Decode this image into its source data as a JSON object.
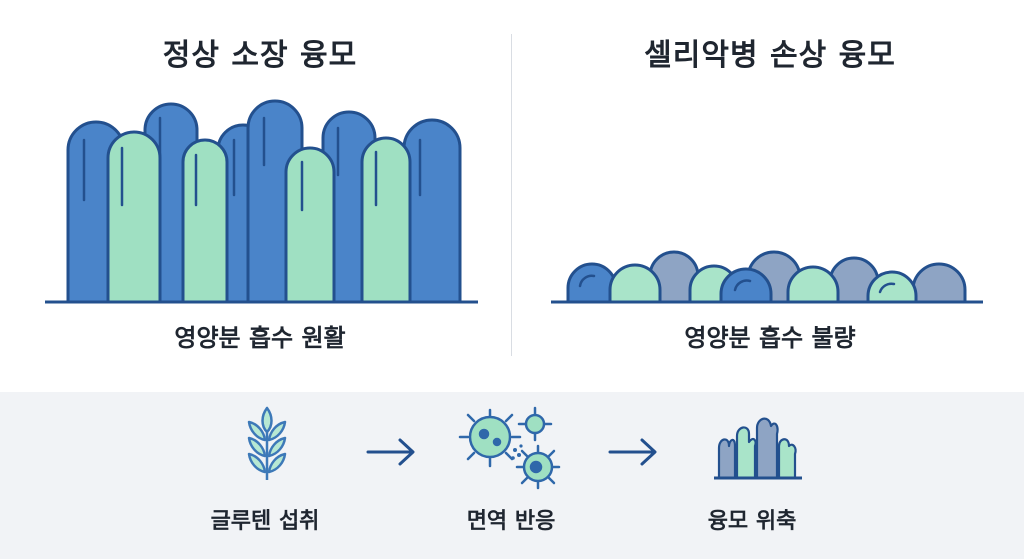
{
  "panels": {
    "normal": {
      "title": "정상 소장 융모",
      "caption": "영양분 흡수 원활"
    },
    "celiac": {
      "title": "셀리악병 손상 융모",
      "caption": "영양분 흡수 불량"
    }
  },
  "process": {
    "steps": [
      {
        "label": "글루텐 섭취",
        "icon": "wheat-icon"
      },
      {
        "label": "면역 반응",
        "icon": "immune-cell-icon"
      },
      {
        "label": "융모 위축",
        "icon": "atrophied-villi-icon"
      }
    ],
    "connector_icon": "arrow-right-icon"
  },
  "colors": {
    "villi_blue": "#4a84c9",
    "villi_green": "#9fe0c2",
    "outline": "#23508e",
    "damaged_blue": "#8ea4c4",
    "damaged_green": "#a9e4c9",
    "band_bg": "#f1f3f6"
  }
}
